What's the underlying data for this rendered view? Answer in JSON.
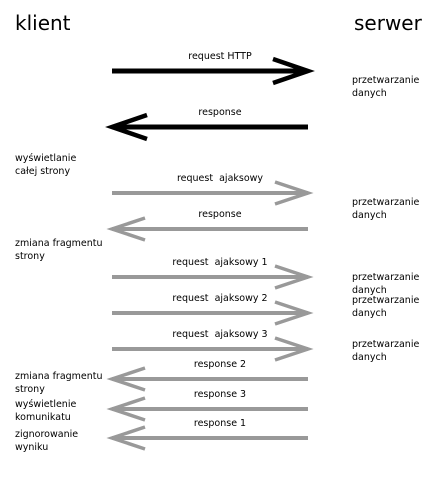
{
  "headers": {
    "client": "klient",
    "server": "serwer"
  },
  "colors": {
    "sync": "#000000",
    "ajax": "#999999"
  },
  "arrows": [
    {
      "label": "request HTTP",
      "dir": "right",
      "style": "sync"
    },
    {
      "label": "response",
      "dir": "left",
      "style": "sync"
    },
    {
      "label": "request  ajaksowy",
      "dir": "right",
      "style": "ajax"
    },
    {
      "label": "response",
      "dir": "left",
      "style": "ajax"
    },
    {
      "label": "request  ajaksowy 1",
      "dir": "right",
      "style": "ajax"
    },
    {
      "label": "request  ajaksowy 2",
      "dir": "right",
      "style": "ajax"
    },
    {
      "label": "request  ajaksowy 3",
      "dir": "right",
      "style": "ajax"
    },
    {
      "label": "response 2",
      "dir": "left",
      "style": "ajax"
    },
    {
      "label": "response 3",
      "dir": "left",
      "style": "ajax"
    },
    {
      "label": "response 1",
      "dir": "left",
      "style": "ajax"
    }
  ],
  "client_notes": [
    "wyświetlanie\ncałej strony",
    "zmiana fragmentu\nstrony",
    "zmiana fragmentu\nstrony",
    "wyświetlenie\nkomunikatu",
    "zignorowanie\nwyniku"
  ],
  "server_notes": [
    "przetwarzanie\ndanych",
    "przetwarzanie\ndanych",
    "przetwarzanie\ndanych",
    "przetwarzanie\ndanych",
    "przetwarzanie\ndanych"
  ]
}
